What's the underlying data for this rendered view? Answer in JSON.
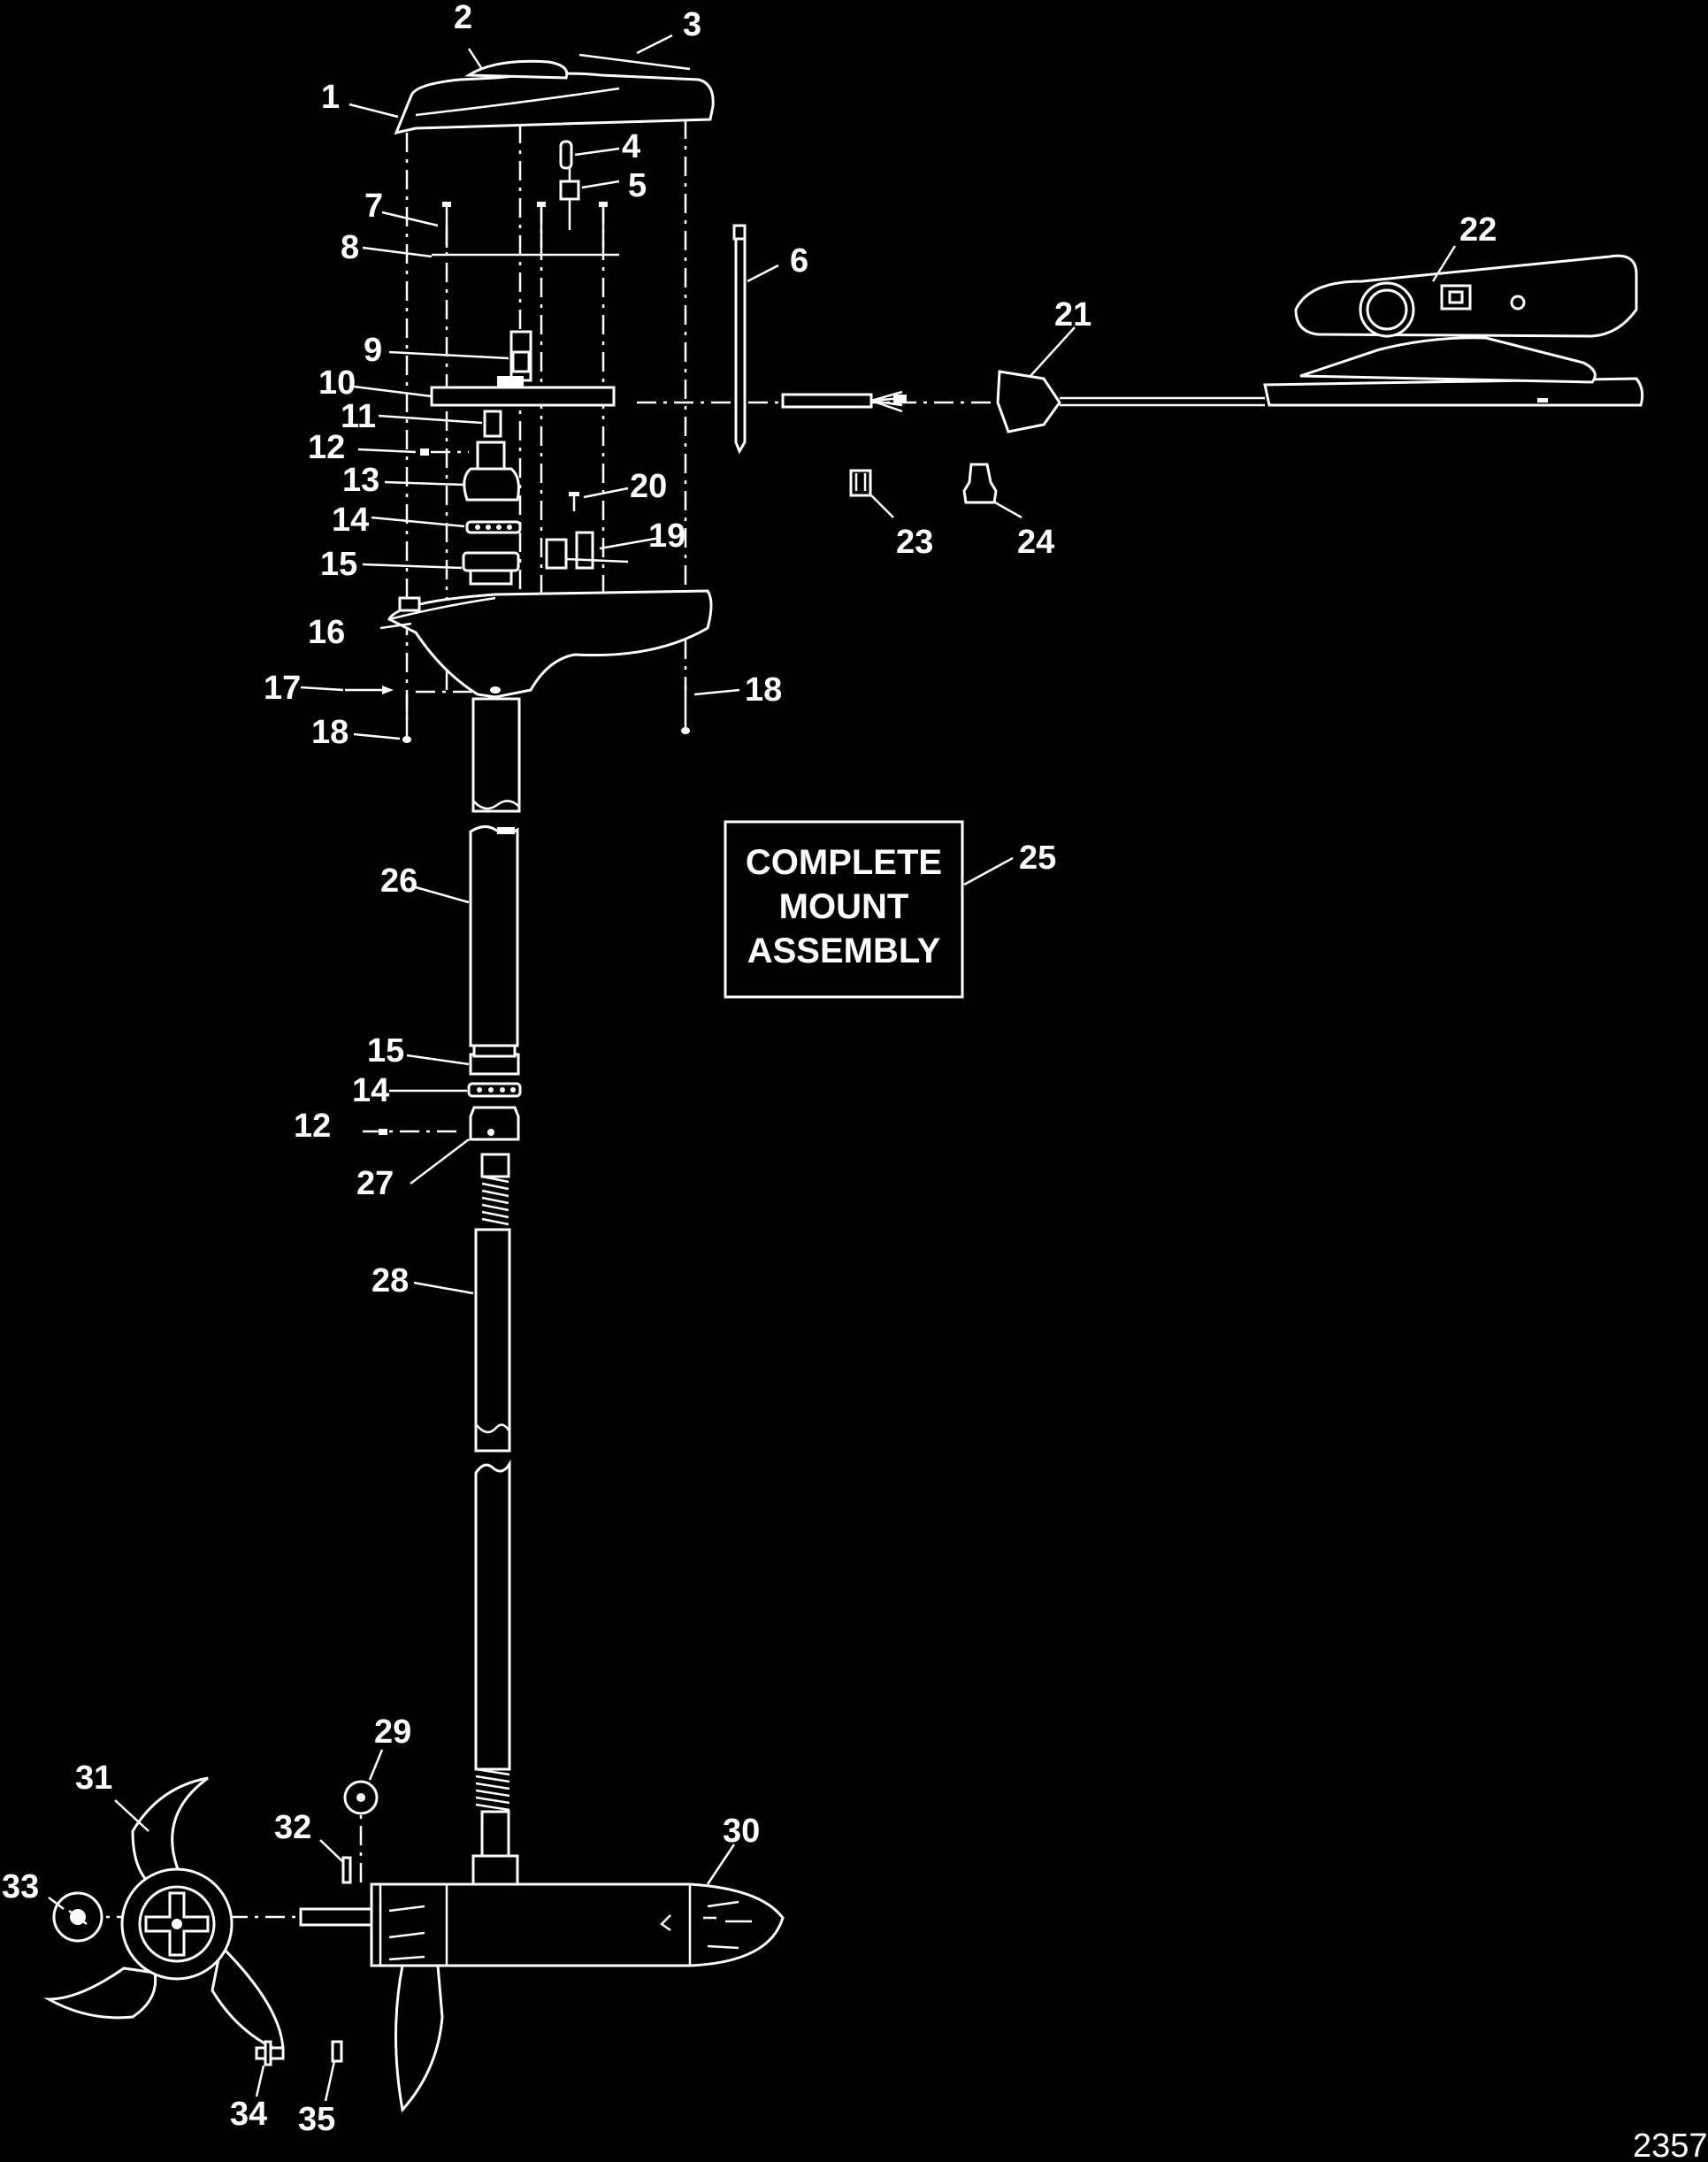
{
  "assembly_box": {
    "lines": [
      "COMPLETE",
      "MOUNT",
      "ASSEMBLY"
    ]
  },
  "figure_number": "2357",
  "callouts": [
    "1",
    "2",
    "3",
    "4",
    "5",
    "6",
    "7",
    "8",
    "9",
    "10",
    "11",
    "12",
    "13",
    "14",
    "15",
    "16",
    "17",
    "18",
    "18",
    "19",
    "20",
    "21",
    "22",
    "23",
    "24",
    "25",
    "26",
    "15",
    "14",
    "12",
    "27",
    "28",
    "29",
    "30",
    "31",
    "32",
    "33",
    "34",
    "35"
  ]
}
